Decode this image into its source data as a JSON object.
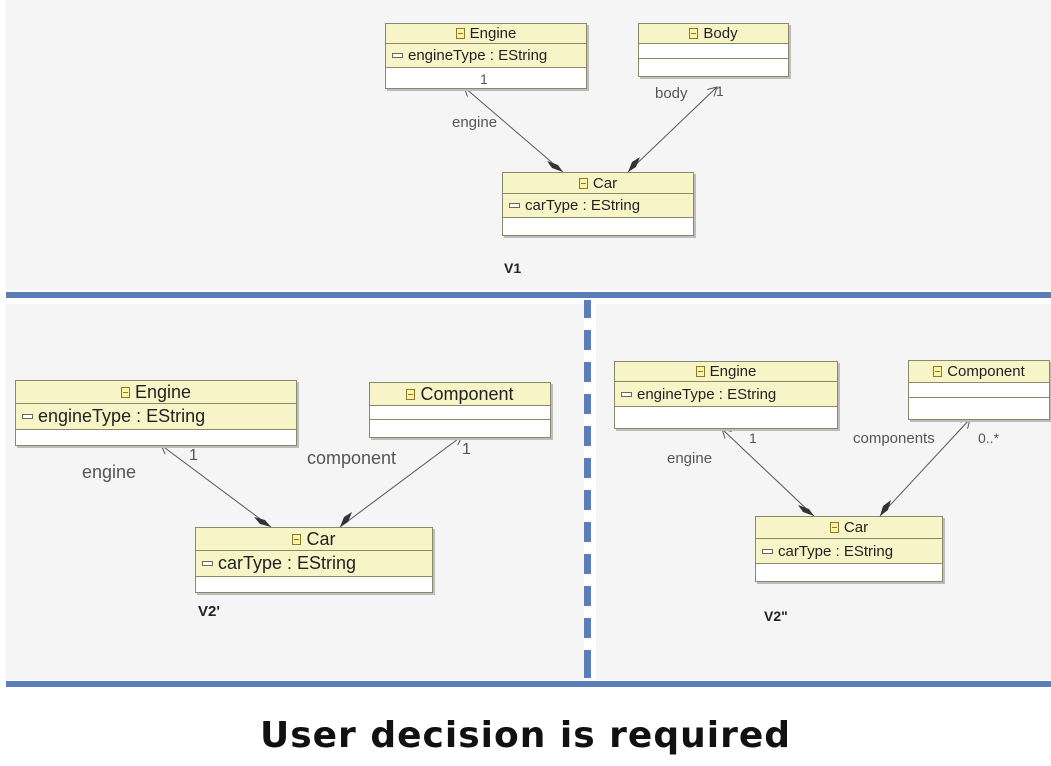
{
  "v1": {
    "engine": {
      "name": "Engine",
      "attr": "engineType : EString"
    },
    "body": {
      "name": "Body"
    },
    "car": {
      "name": "Car",
      "attr": "carType : EString"
    },
    "engine_role": "engine",
    "engine_mult": "1",
    "body_role": "body",
    "body_mult": "1",
    "label": "V1"
  },
  "v2a": {
    "engine": {
      "name": "Engine",
      "attr": "engineType : EString"
    },
    "component": {
      "name": "Component"
    },
    "car": {
      "name": "Car",
      "attr": "carType : EString"
    },
    "engine_role": "engine",
    "engine_mult": "1",
    "component_role": "component",
    "component_mult": "1",
    "label": "V2'"
  },
  "v2b": {
    "engine": {
      "name": "Engine",
      "attr": "engineType : EString"
    },
    "component": {
      "name": "Component"
    },
    "car": {
      "name": "Car",
      "attr": "carType : EString"
    },
    "engine_role": "engine",
    "engine_mult": "1",
    "component_role": "components",
    "component_mult": "0..*",
    "label": "V2\""
  },
  "footer": "User decision is required",
  "colors": {
    "divider": "#5b7db8",
    "class_fill": "#f7f5c8",
    "class_border": "#8a8a6a"
  }
}
